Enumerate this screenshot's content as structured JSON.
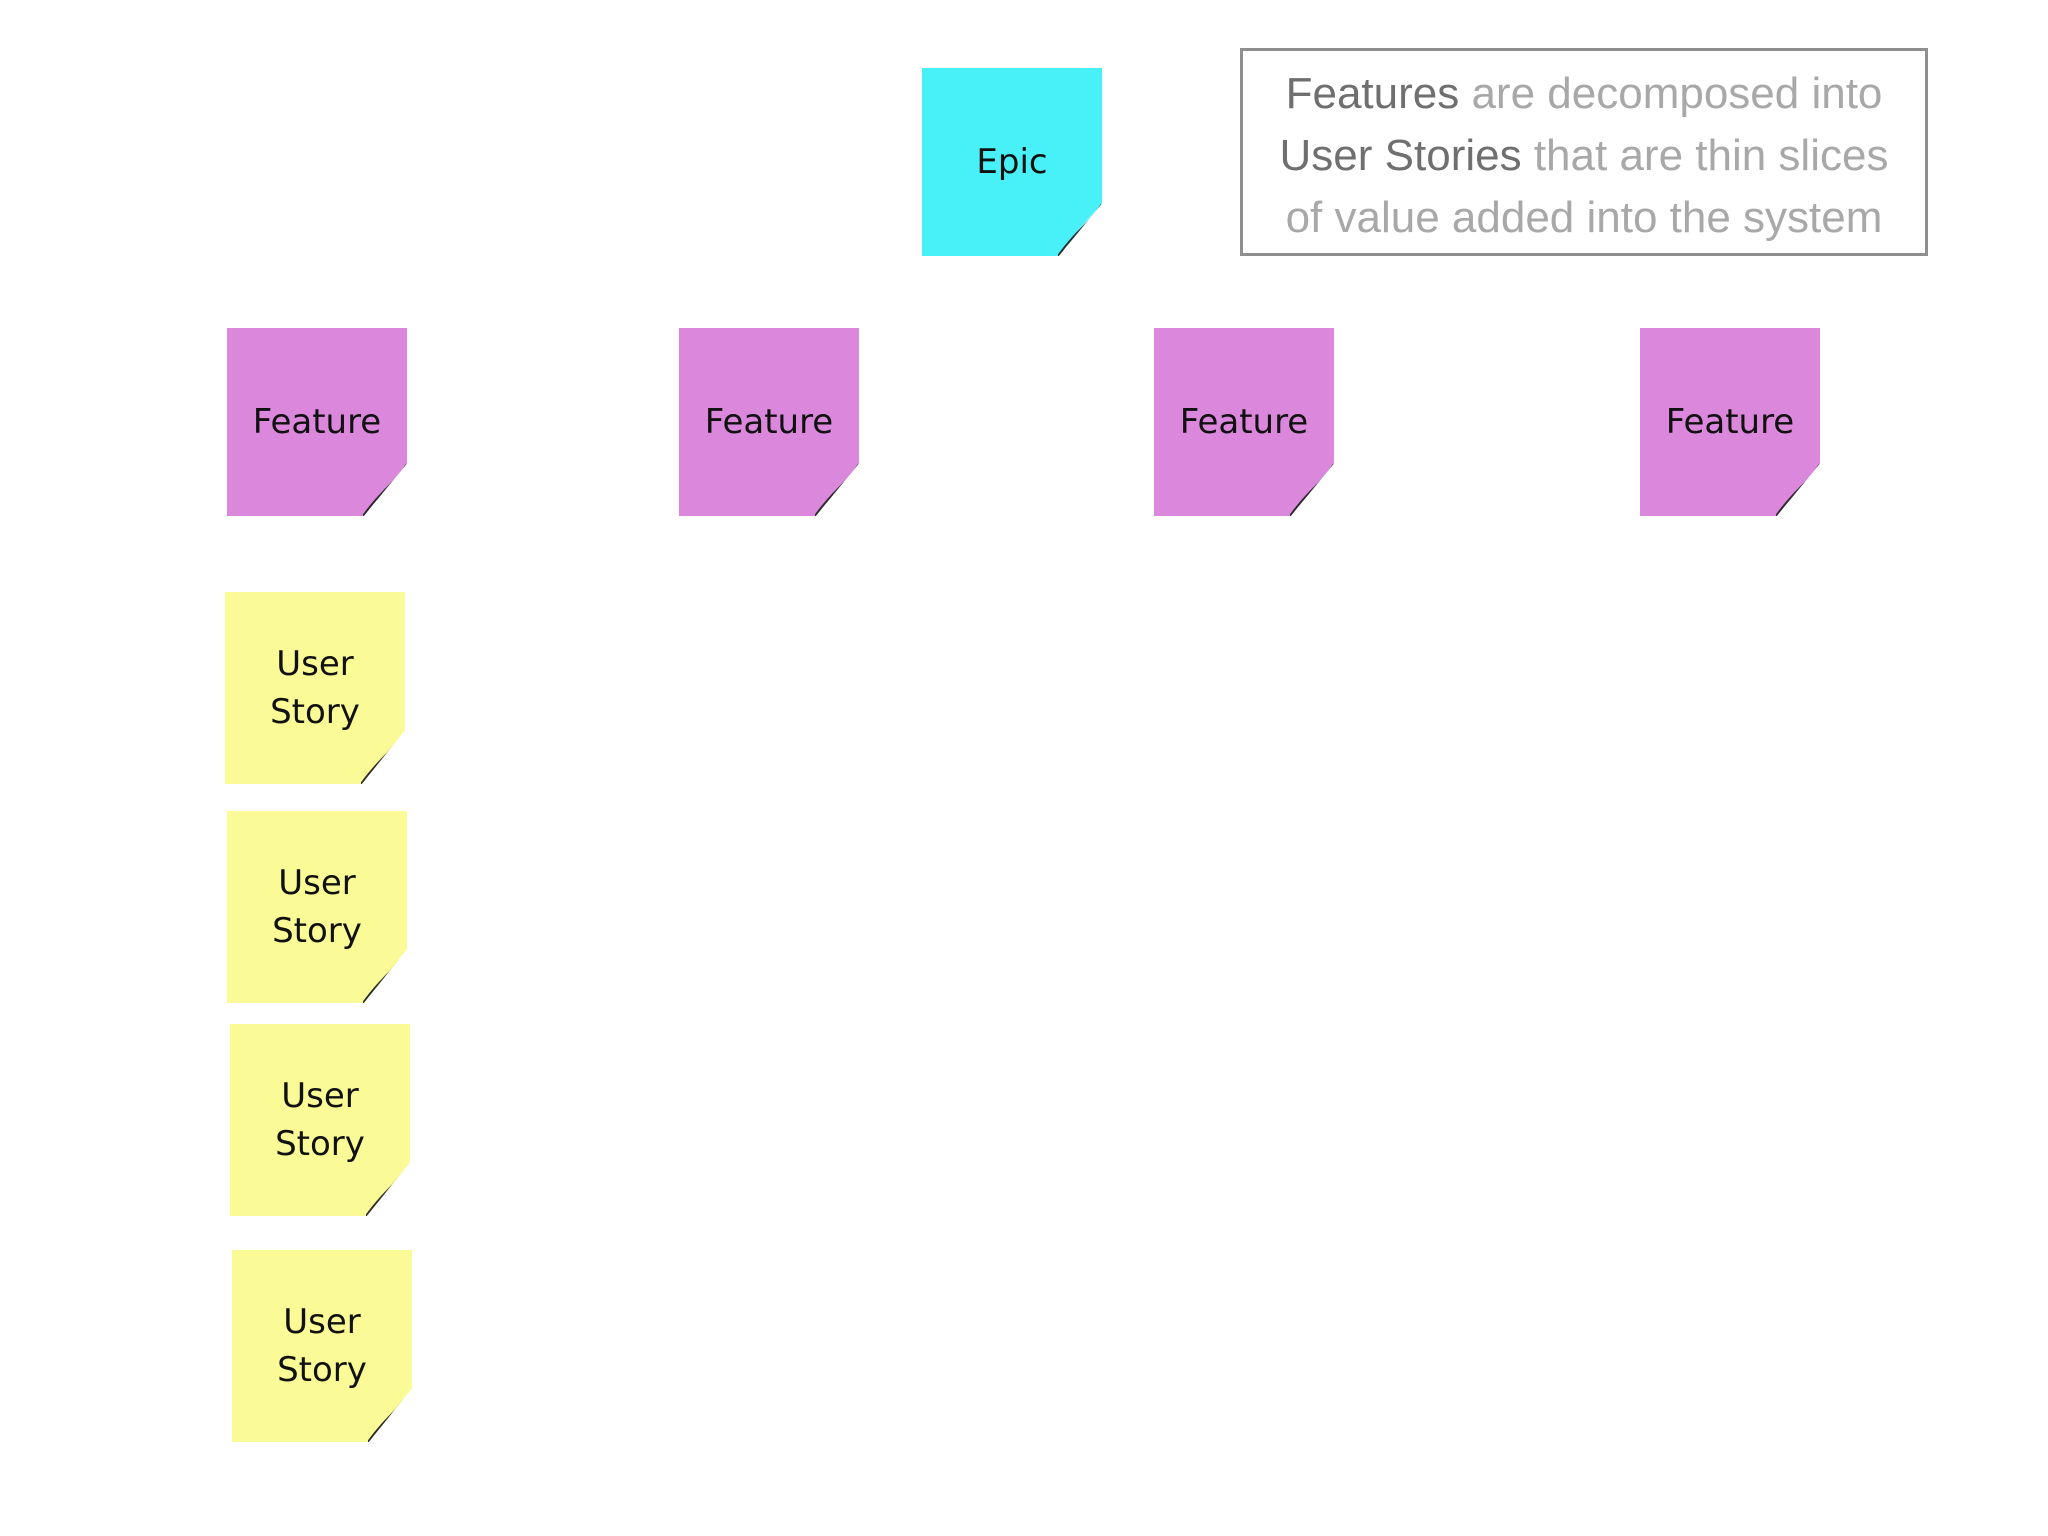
{
  "colors": {
    "epic": "#48f0f7",
    "feature": "#da87dc",
    "story": "#fafb96",
    "corner_epic": "#9de9f0",
    "corner_feature": "#c98dd1",
    "corner_story": "#e9e87a",
    "text": "#111111",
    "caption_gray": "#a8a8a8",
    "caption_dark": "#6f6f6f",
    "caption_border": "#8e8e8e"
  },
  "notes": {
    "epic": {
      "label": "Epic"
    },
    "features": [
      {
        "label": "Feature"
      },
      {
        "label": "Feature"
      },
      {
        "label": "Feature"
      },
      {
        "label": "Feature"
      }
    ],
    "stories": [
      {
        "label_line_1": "User",
        "label_line_2": "Story"
      },
      {
        "label_line_1": "User",
        "label_line_2": "Story"
      },
      {
        "label_line_1": "User",
        "label_line_2": "Story"
      },
      {
        "label_line_1": "User",
        "label_line_2": "Story"
      }
    ]
  },
  "caption": {
    "line_1_strong": "Features",
    "line_1_rest": " are decomposed into",
    "line_2_strong": "User Stories",
    "line_2_rest": " that are thin slices",
    "line_3": "of value added into the system"
  }
}
